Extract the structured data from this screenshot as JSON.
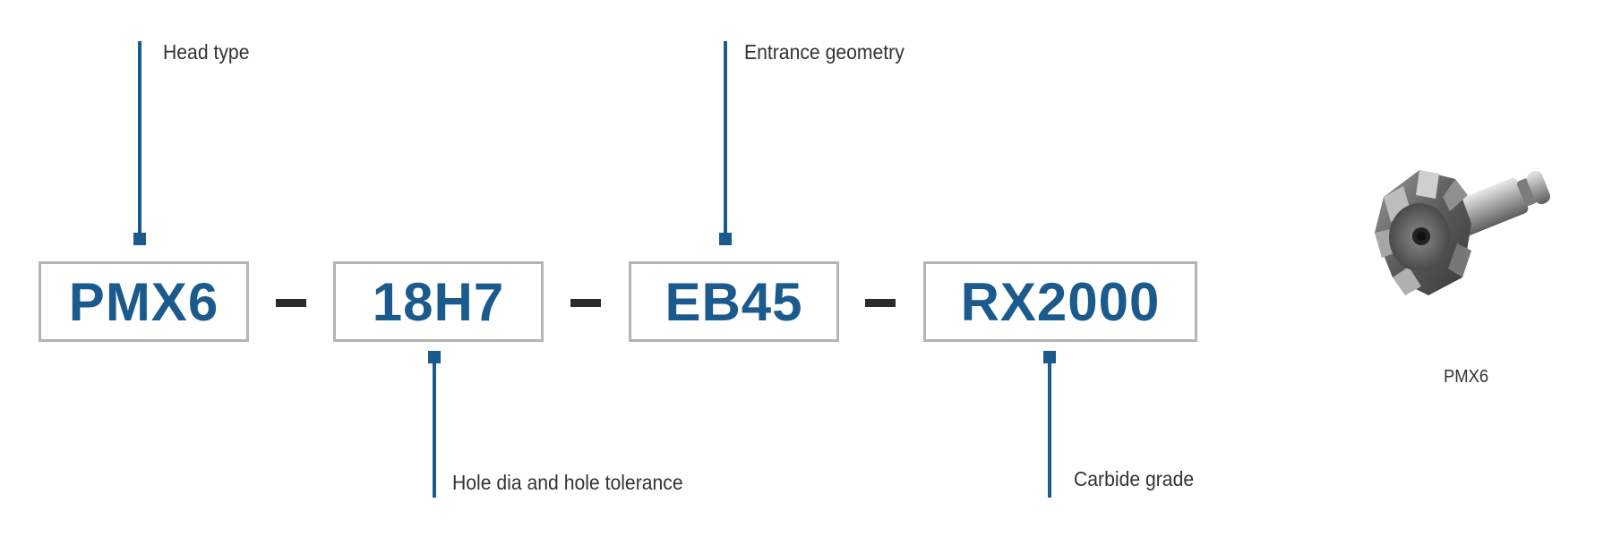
{
  "colors": {
    "accent": "#1b5a8c",
    "box_border": "#b4b4b4",
    "dash": "#2b2b2b",
    "label": "#333333"
  },
  "segments": [
    {
      "code": "PMX6",
      "label": "Head type",
      "label_side": "top"
    },
    {
      "code": "18H7",
      "label": "Hole dia and hole tolerance",
      "label_side": "bottom"
    },
    {
      "code": "EB45",
      "label": "Entrance geometry",
      "label_side": "top"
    },
    {
      "code": "RX2000",
      "label": "Carbide grade",
      "label_side": "bottom"
    }
  ],
  "product": {
    "image_icon": "reamer-head-image",
    "caption": "PMX6"
  }
}
